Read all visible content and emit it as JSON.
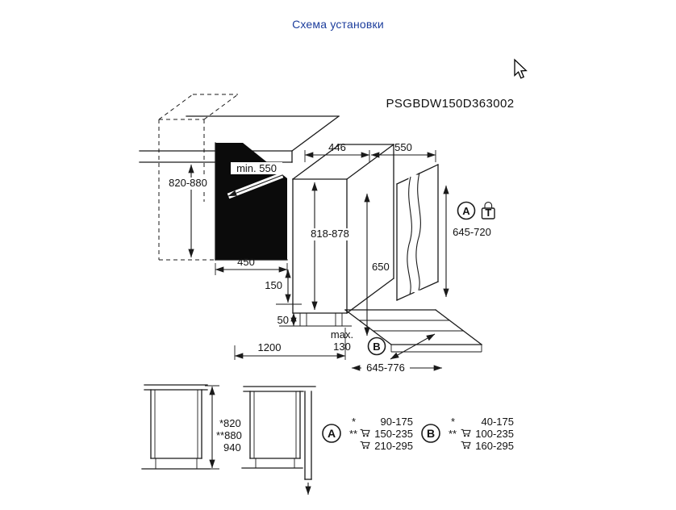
{
  "page": {
    "title": "Схема установки",
    "model_code": "PSGBDW150D363002"
  },
  "colors": {
    "title_blue": "#1c3d9c",
    "line": "#1a1a1a"
  },
  "main_diagram": {
    "niche_height": "820-880",
    "niche_depth": "min. 550",
    "top_depth": "446",
    "door_width": "550",
    "appliance_height": "818-878",
    "door_height": "650",
    "panel_height_range": "645-720",
    "niche_width": "450",
    "below_niche": "150",
    "foot_height": "50",
    "hose_length": "1200",
    "max_label": "max.",
    "max_value": "130",
    "panel_width_range": "645-776",
    "marker_a": "A",
    "marker_b": "B",
    "lock_letter": "T"
  },
  "height_variants": {
    "labels": [
      "*820",
      "**880",
      "940"
    ]
  },
  "legend": {
    "a": {
      "marker": "A",
      "rows": [
        {
          "prefix": "*",
          "value": "90-175"
        },
        {
          "prefix": "**",
          "value": "150-235"
        },
        {
          "prefix": "",
          "value": "210-295"
        }
      ]
    },
    "b": {
      "marker": "B",
      "rows": [
        {
          "prefix": "*",
          "value": "40-175"
        },
        {
          "prefix": "**",
          "value": "100-235"
        },
        {
          "prefix": "",
          "value": "160-295"
        }
      ]
    }
  }
}
